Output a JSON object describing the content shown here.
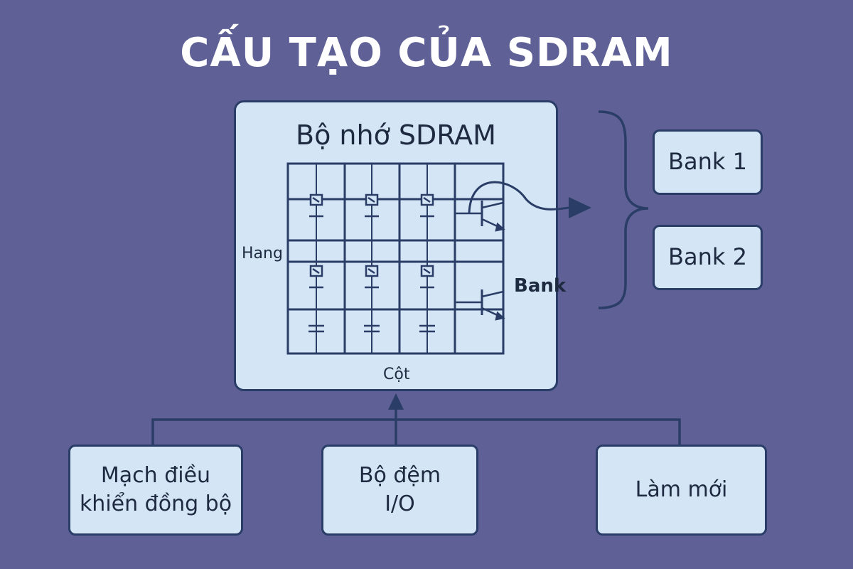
{
  "title": "CẤU TẠO CỦA SDRAM",
  "memory": {
    "title": "Bộ nhớ SDRAM",
    "row_label": "Hang",
    "column_label": "Cột",
    "bank_label": "Bank"
  },
  "banks": [
    "Bank 1",
    "Bank 2"
  ],
  "blocks": {
    "sync_control": [
      "Mạch điều",
      "khiển đồng bộ"
    ],
    "io_buffer": [
      "Bộ đệm",
      "I/O"
    ],
    "refresh": "Làm mới"
  },
  "colors": {
    "background": "#5e6096",
    "box_fill": "#d4e5f6",
    "stroke": "#2a3d66",
    "title": "#ffffff"
  }
}
